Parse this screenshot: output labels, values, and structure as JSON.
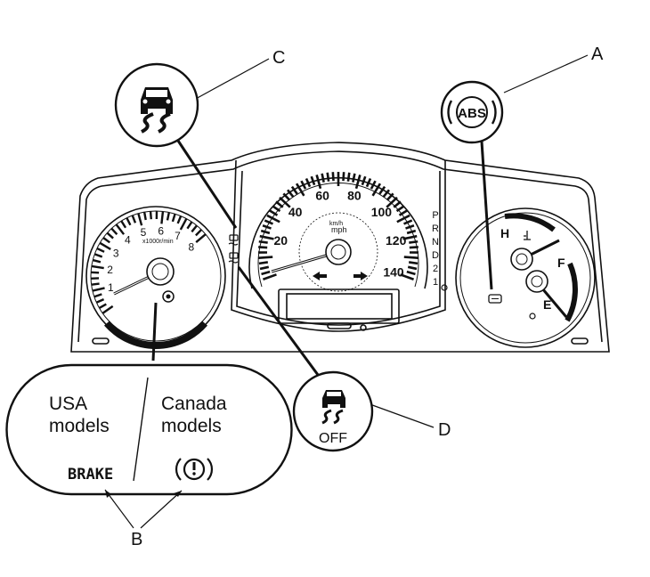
{
  "diagram": {
    "callouts": {
      "a": "A",
      "b": "B",
      "c": "C",
      "d": "D"
    },
    "legend": {
      "usa_line1": "USA",
      "usa_line2": "models",
      "canada_line1": "Canada",
      "canada_line2": "models",
      "brake_text": "BRAKE"
    },
    "indicators": {
      "abs_text": "ABS",
      "vsa_off_text": "OFF"
    },
    "speedometer": {
      "unit": "mph",
      "sub_unit": "km/h",
      "labels": [
        "20",
        "40",
        "60",
        "80",
        "100",
        "120",
        "140"
      ]
    },
    "tachometer": {
      "labels": [
        "1",
        "2",
        "3",
        "4",
        "5",
        "6",
        "7",
        "8"
      ],
      "unit_text": "x1000r/min"
    },
    "gear_indicator": [
      "P",
      "R",
      "N",
      "D",
      "2",
      "1"
    ],
    "gauges": {
      "temp_high": "H",
      "fuel_full": "F",
      "fuel_empty": "E"
    }
  },
  "colors": {
    "line": "#111111",
    "background": "#ffffff"
  }
}
